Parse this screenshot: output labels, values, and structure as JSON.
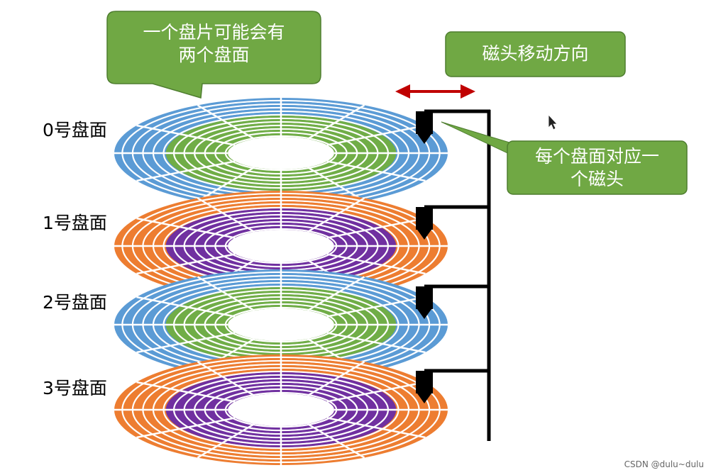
{
  "platters": [
    {
      "label": "0号盘面",
      "outer_color": "#5b9bd5",
      "inner_color": "#70ad47"
    },
    {
      "label": "1号盘面",
      "outer_color": "#ed7d31",
      "inner_color": "#7030a0"
    },
    {
      "label": "2号盘面",
      "outer_color": "#5b9bd5",
      "inner_color": "#70ad47"
    },
    {
      "label": "3号盘面",
      "outer_color": "#ed7d31",
      "inner_color": "#7030a0"
    }
  ],
  "callouts": {
    "top": {
      "line1": "一个盘片可能会有",
      "line2": "两个盘面"
    },
    "direction": {
      "text": "磁头移动方向"
    },
    "head": {
      "line1": "每个盘面对应一",
      "line2": "个磁头"
    }
  },
  "colors": {
    "callout_fill": "#70a844",
    "callout_border": "#4e7d2f",
    "arrow": "#c00000",
    "arm": "#000000"
  },
  "watermark": "CSDN @dulu~dulu"
}
